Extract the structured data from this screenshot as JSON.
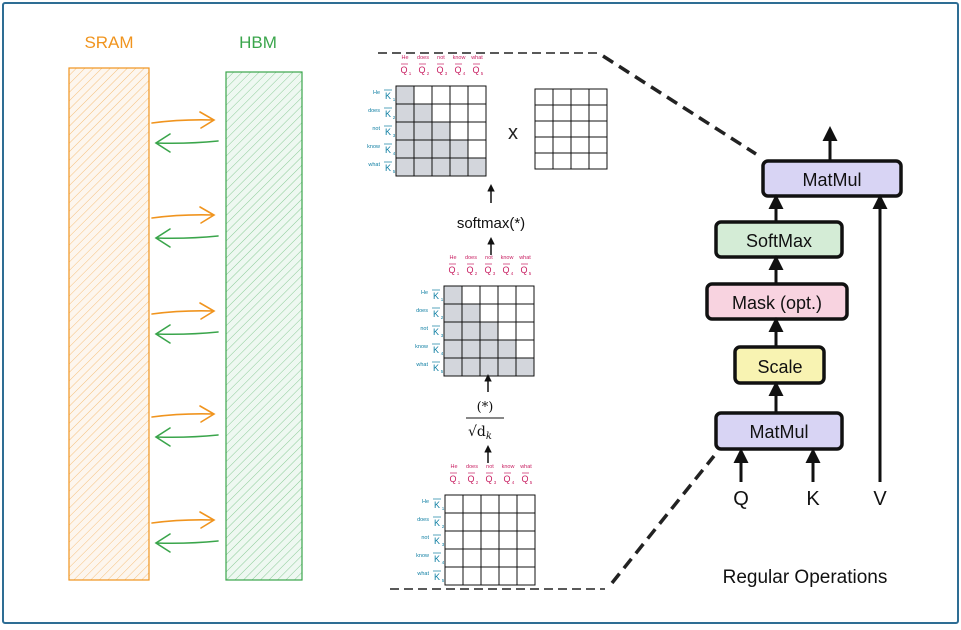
{
  "memory": {
    "sram_label": "SRAM",
    "hbm_label": "HBM",
    "arrow_pairs": 5
  },
  "tokens": [
    "He",
    "does",
    "not",
    "know",
    "what"
  ],
  "ops": {
    "multiply_symbol": "x",
    "softmax_label": "softmax(*)",
    "scale_numerator": "(*)",
    "scale_denominator": "√d",
    "scale_subscript": "k"
  },
  "attention_block": {
    "matmul_top": "MatMul",
    "softmax": "SoftMax",
    "mask": "Mask (opt.)",
    "scale": "Scale",
    "matmul_bottom": "MatMul",
    "input_q": "Q",
    "input_k": "K",
    "input_v": "V"
  },
  "caption": "Regular Operations",
  "colors": {
    "frame": "#2e6d94",
    "sram": "#f0941e",
    "hbm": "#3aa54b",
    "key": "#0f7fa3",
    "query": "#c81e61",
    "mask_fill": "#d3d6dc",
    "matmul_fill": "#d8d4f4",
    "softmax_fill": "#d4ecd6",
    "mask_box_fill": "#f8d3e0",
    "scale_fill": "#f8f3b2"
  }
}
